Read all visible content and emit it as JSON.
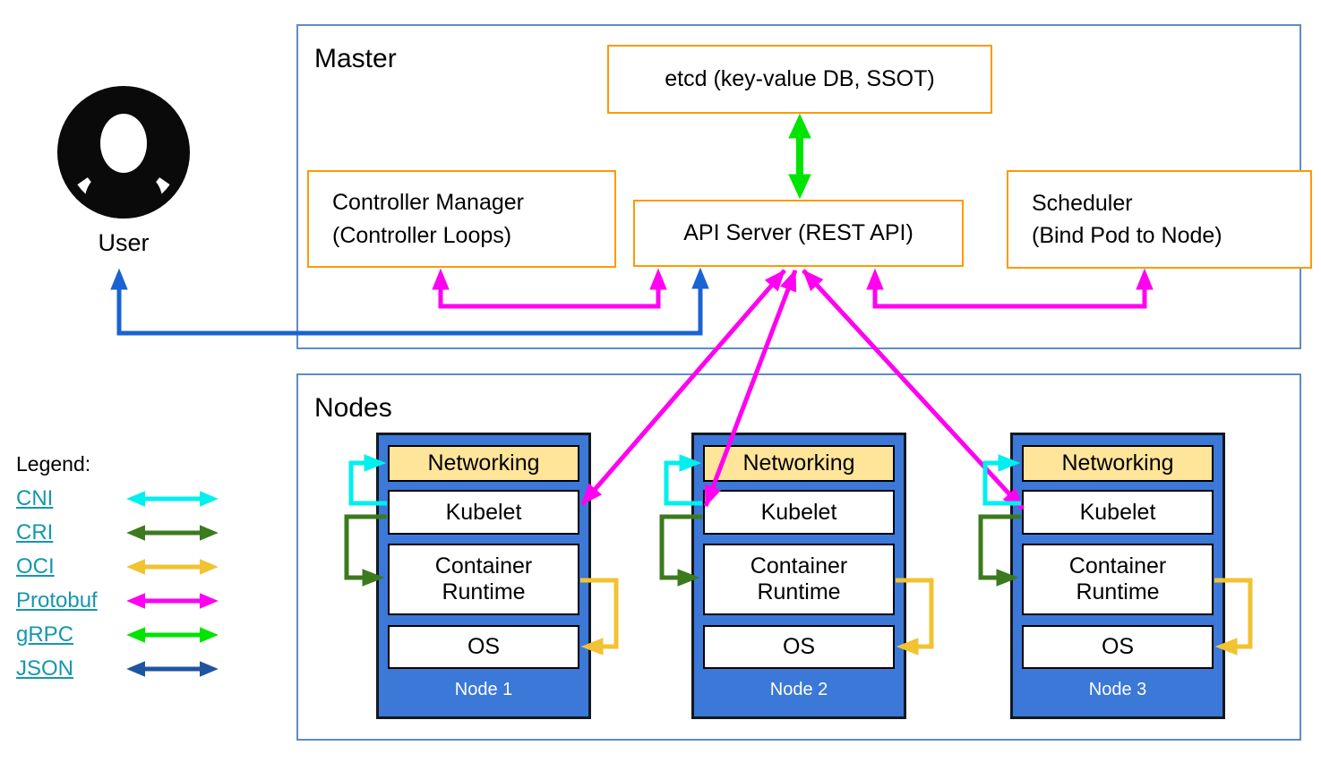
{
  "master": {
    "title": "Master",
    "etcd_label": "etcd (key-value DB, SSOT)",
    "controller_manager_line1": "Controller Manager",
    "controller_manager_line2": "(Controller Loops)",
    "api_server_label": "API Server (REST API)",
    "scheduler_line1": "Scheduler",
    "scheduler_line2": "(Bind Pod to Node)"
  },
  "user": {
    "label": "User"
  },
  "nodes_section": {
    "title": "Nodes",
    "layers": {
      "networking": "Networking",
      "kubelet": "Kubelet",
      "container_runtime": "Container Runtime",
      "os": "OS"
    },
    "items": [
      {
        "label": "Node 1"
      },
      {
        "label": "Node 2"
      },
      {
        "label": "Node 3"
      }
    ]
  },
  "legend": {
    "title": "Legend:",
    "items": [
      {
        "label": "CNI",
        "color": "#00efef"
      },
      {
        "label": "CRI",
        "color": "#3c7a1e"
      },
      {
        "label": "OCI",
        "color": "#f1c232"
      },
      {
        "label": "Protobuf",
        "color": "#ff00f0"
      },
      {
        "label": "gRPC",
        "color": "#00e400"
      },
      {
        "label": "JSON",
        "color": "#1f55a0"
      }
    ]
  },
  "colors": {
    "master_border": "#5e8cc9",
    "box_border": "#ff9900",
    "node_fill": "#3b78d8",
    "node_border": "#14181d",
    "networking_fill": "#ffe599",
    "link_color": "#1597ad",
    "user_json_arrow": "#1a63d2"
  }
}
